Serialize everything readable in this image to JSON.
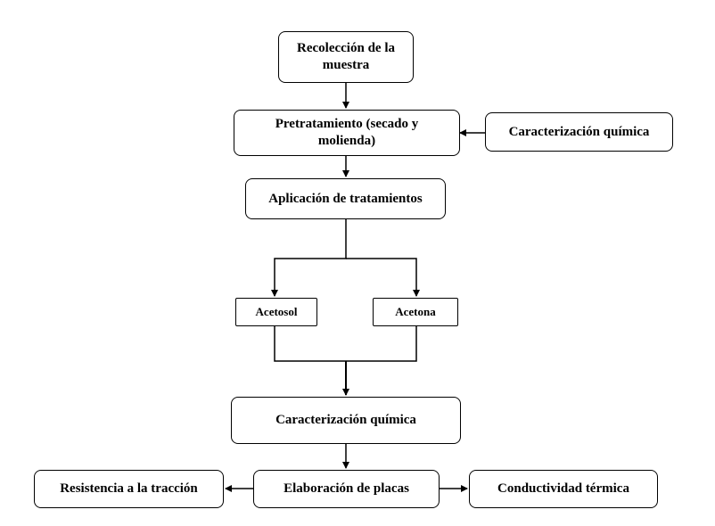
{
  "nodes": {
    "recoleccion": "Recolección de la muestra",
    "pretratamiento": "Pretratamiento (secado y molienda)",
    "caracterizacion_1": "Caracterización química",
    "aplicacion": "Aplicación de tratamientos",
    "acetosol": "Acetosol",
    "acetona": "Acetona",
    "caracterizacion_2": "Caracterización química",
    "elaboracion": "Elaboración de placas",
    "resistencia": "Resistencia a la tracción",
    "conductividad": "Conductividad térmica"
  }
}
